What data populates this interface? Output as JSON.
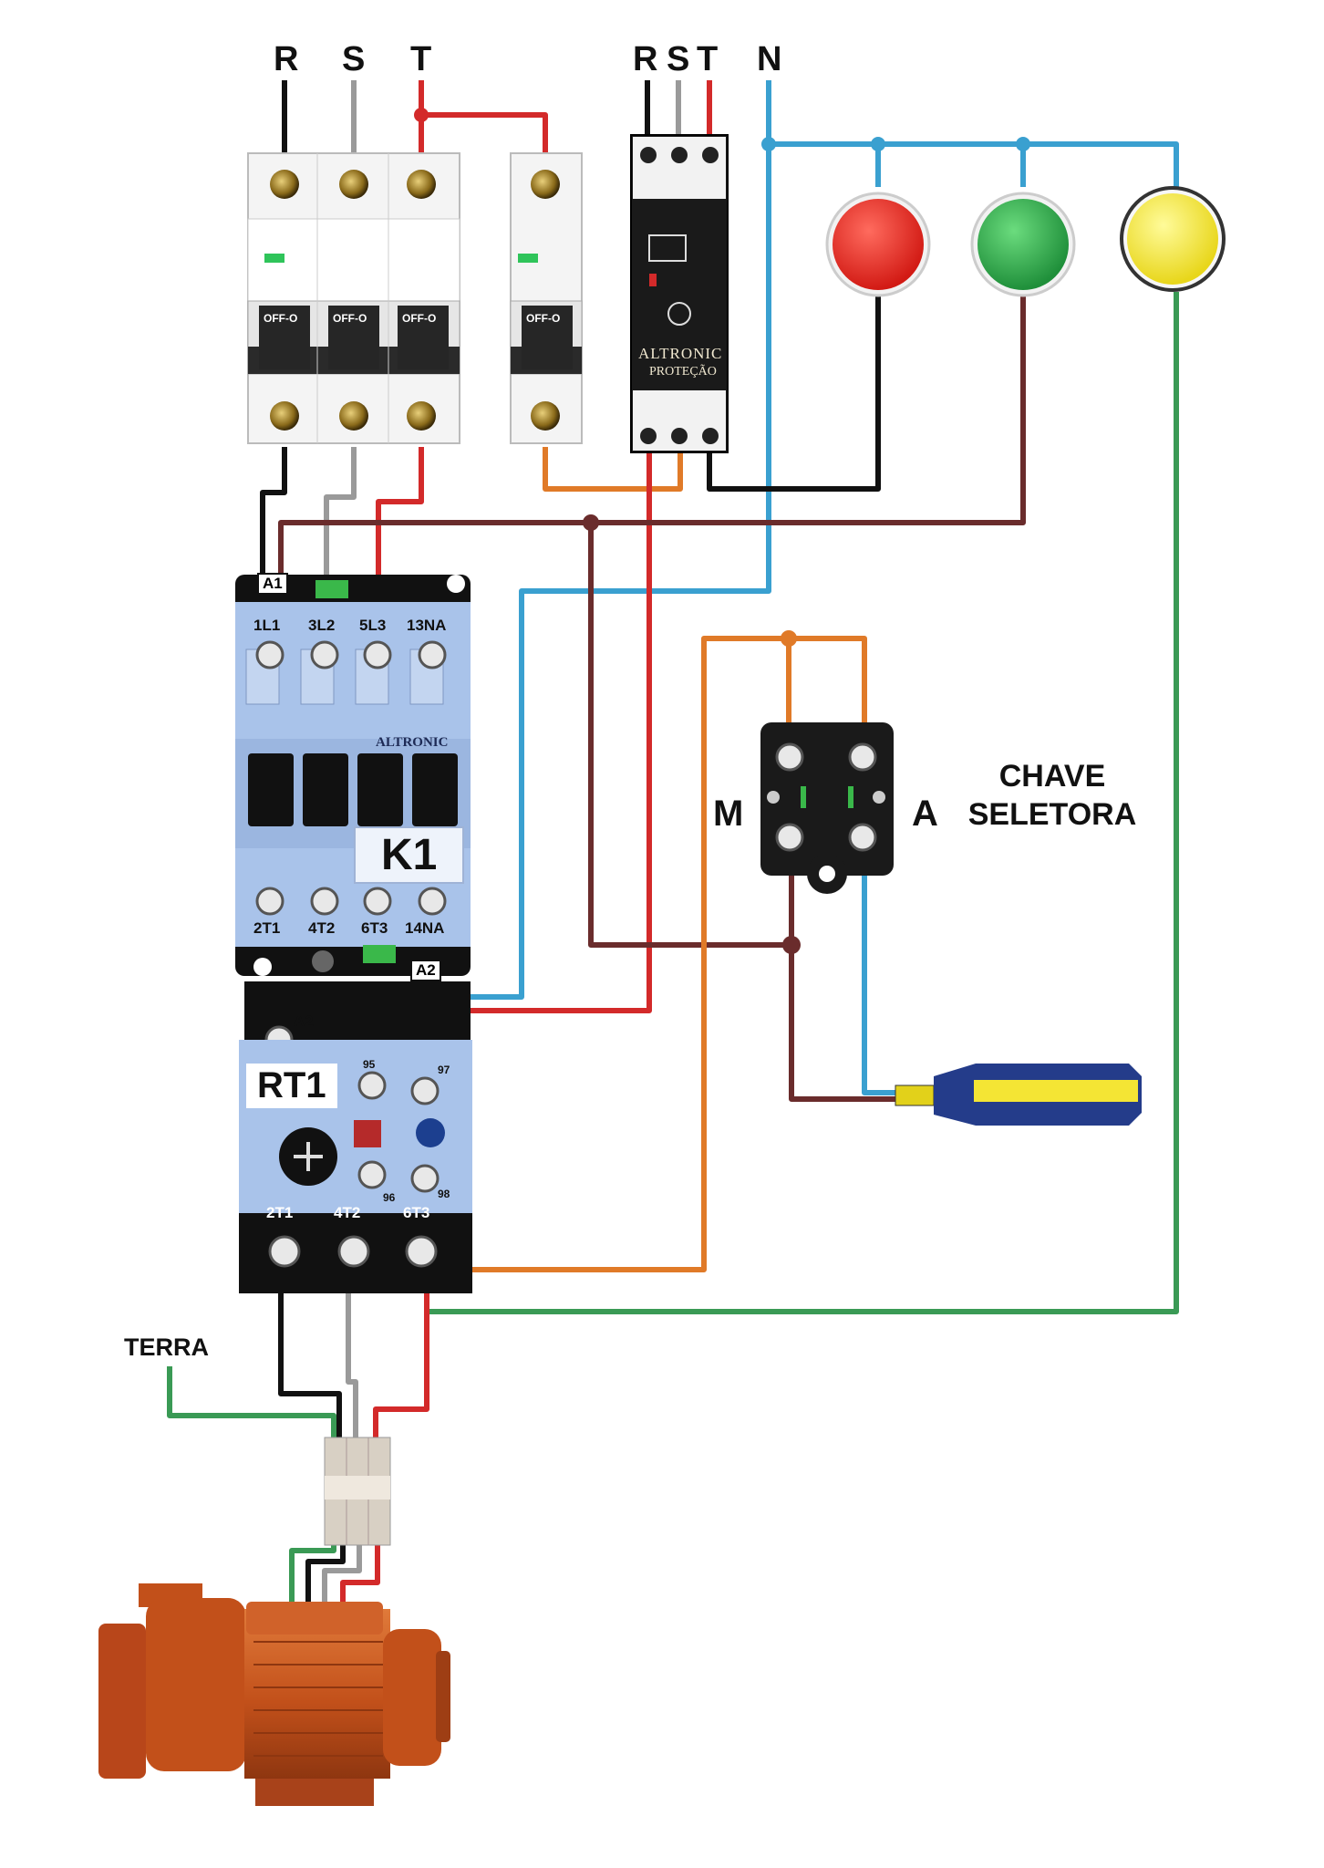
{
  "phases_left": [
    "R",
    "S",
    "T"
  ],
  "phases_relay": [
    "R",
    "S",
    "T"
  ],
  "neutral": "N",
  "relay_brand": "ALTRONIC",
  "relay_sub": "PROTEÇÃO",
  "breaker_handle": "OFF-O",
  "contactor": {
    "name": "K1",
    "brand": "ALTRONIC",
    "coil_top": "A1",
    "coil_bottom": "A2",
    "top_terminals": [
      "1L1",
      "3L2",
      "5L3",
      "13NA"
    ],
    "bottom_terminals": [
      "2T1",
      "4T2",
      "6T3",
      "14NA"
    ]
  },
  "overload": {
    "name": "RT1",
    "coil": "A2",
    "contacts": [
      "95",
      "97",
      "96",
      "98"
    ],
    "bottom_terminals": [
      "2T1",
      "4T2",
      "6T3"
    ]
  },
  "selector": {
    "title_line1": "CHAVE",
    "title_line2": "SELETORA",
    "left_label": "M",
    "right_label": "A"
  },
  "ground_label": "TERRA",
  "colors": {
    "R": "#111111",
    "S": "#9a9a9a",
    "T": "#d32a2a",
    "N": "#3aa0d0",
    "brown": "#6a2c2c",
    "orange": "#e07a28",
    "green": "#3a9a55",
    "lamp_red": "#e8261f",
    "lamp_green": "#2fa84a",
    "lamp_yellow": "#f7ec2a",
    "contactor_blue": "#a9c3ea",
    "motor": "#c2501a"
  },
  "icons": [
    "red-lamp-icon",
    "green-lamp-icon",
    "yellow-lamp-icon",
    "float-switch-icon",
    "motor-pump-icon"
  ]
}
